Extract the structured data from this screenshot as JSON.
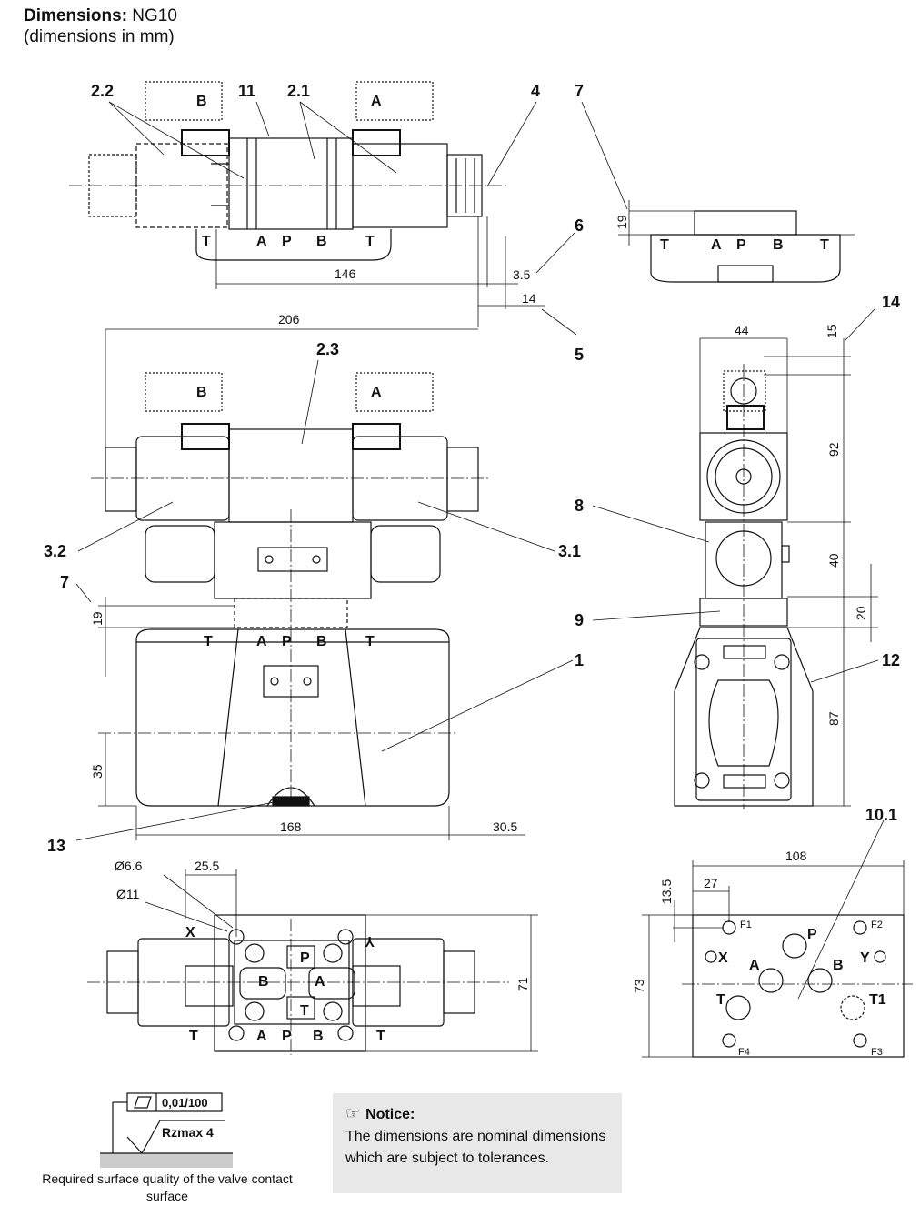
{
  "header": {
    "title_bold": "Dimensions:",
    "title_rest": " NG10",
    "subtitle": "(dimensions in mm)"
  },
  "callouts": {
    "c2_2": "2.2",
    "c11": "11",
    "c2_1": "2.1",
    "c4": "4",
    "c7a": "7",
    "c6": "6",
    "c5": "5",
    "c14": "14",
    "c2_3": "2.3",
    "c3_2": "3.2",
    "c3_1": "3.1",
    "c7b": "7",
    "c8": "8",
    "c9": "9",
    "c1": "1",
    "c12": "12",
    "c13": "13",
    "c10_1": "10.1"
  },
  "dimensions": {
    "d146": "146",
    "d3_5": "3.5",
    "d14": "14",
    "d206": "206",
    "d19a": "19",
    "d19b": "19",
    "d35": "35",
    "d168": "168",
    "d30_5": "30.5",
    "d44": "44",
    "d15": "15",
    "d92": "92",
    "d40": "40",
    "d20": "20",
    "d87": "87",
    "d6_6": "Ø6.6",
    "d25_5": "25.5",
    "d11": "Ø11",
    "d71": "71",
    "d108": "108",
    "d27": "27",
    "d13_5": "13.5",
    "d73": "73"
  },
  "ports": {
    "T": "T",
    "A": "A",
    "P": "P",
    "B": "B",
    "X": "X",
    "Y": "Y",
    "T1": "T1",
    "F1": "F1",
    "F2": "F2",
    "F3": "F3",
    "F4": "F4",
    "Y_mirror": "Y"
  },
  "surface": {
    "flatness": "0,01/100",
    "roughness": "Rzmax 4",
    "caption": "Required surface quality of the valve contact surface"
  },
  "notice": {
    "title": "Notice:",
    "text": "The dimensions are nominal dimensions which are subject to tolerances."
  }
}
